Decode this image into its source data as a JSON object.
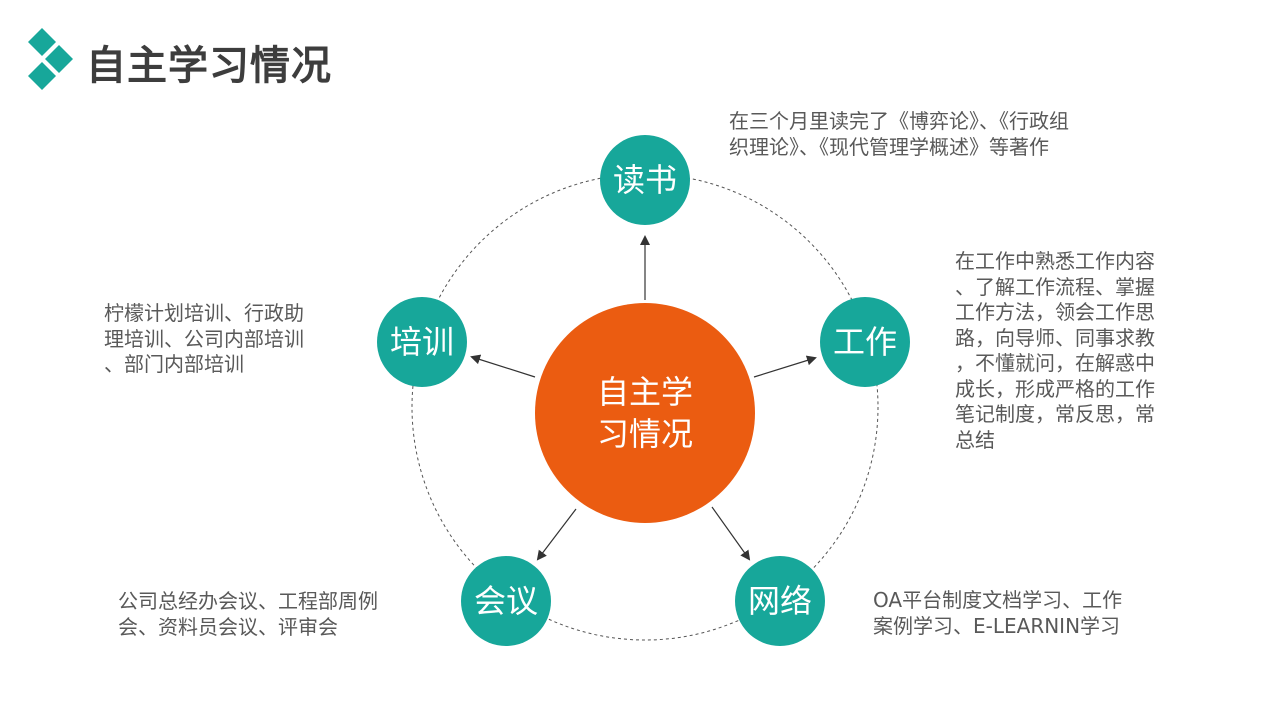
{
  "title": "自主学习情况",
  "colors": {
    "teal": "#17a79a",
    "orange": "#eb5c11",
    "title": "#3d3d3d",
    "text": "#595959"
  },
  "center": {
    "label": "自主学习情况",
    "lines": [
      "自主学",
      "习情况"
    ]
  },
  "nodes": {
    "reading": {
      "label": "读书",
      "desc": "在三个月里读完了《博弈论》、《行政组\n织理论》、《现代管理学概述》等著作"
    },
    "work": {
      "label": "工作",
      "desc": "在工作中熟悉工作内容\n、了解工作流程、掌握\n工作方法，领会工作思\n路，向导师、同事求教\n，不懂就问，在解惑中\n成长，形成严格的工作\n笔记制度，常反思，常\n总结"
    },
    "network": {
      "label": "网络",
      "desc": "OA平台制度文档学习、工作\n案例学习、E-LEARNIN学习"
    },
    "meeting": {
      "label": "会议",
      "desc": "公司总经办会议、工程部周例\n会、资料员会议、评审会"
    },
    "training": {
      "label": "培训",
      "desc": "柠檬计划培训、行政助\n理培训、公司内部培训\n、部门内部培训"
    }
  }
}
